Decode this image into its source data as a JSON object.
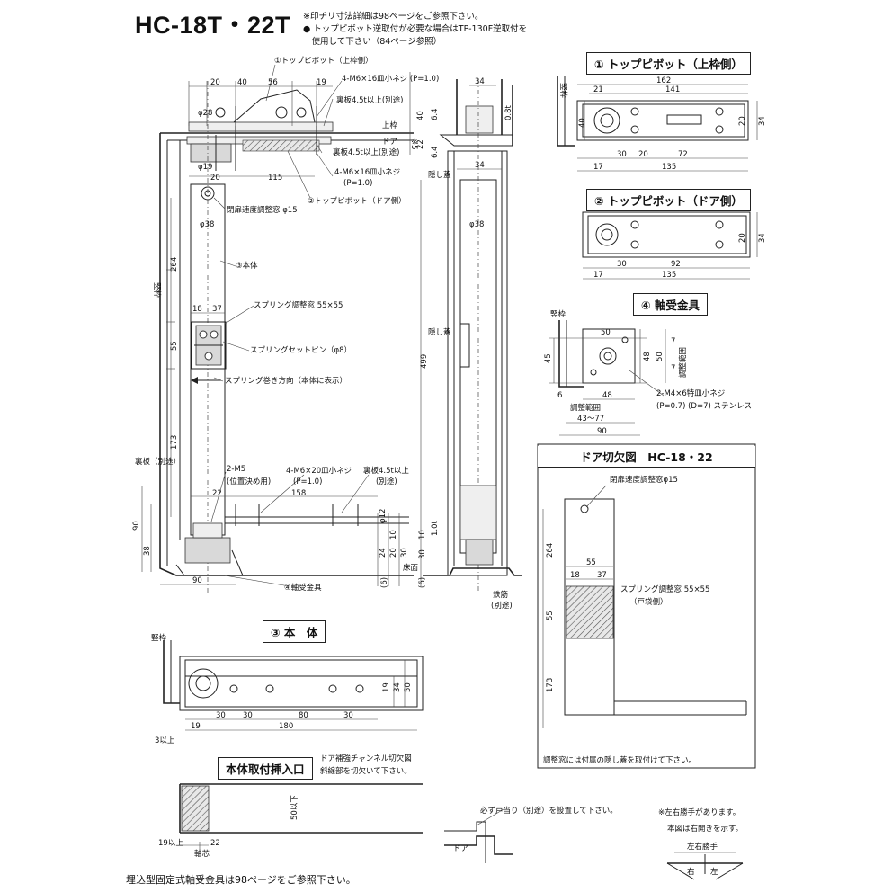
{
  "title": "HC-18T・22T",
  "notes": {
    "line1": "※印チリ寸法詳細は98ページをご参照下さい。",
    "line2": "● トップピボット逆取付が必要な場合はTP-130F逆取付を",
    "line3": "　使用して下さい（84ページ参照）",
    "footer": "埋込型固定式軸受金具は98ページをご参照下さい。"
  },
  "main": {
    "labels": {
      "tp_top": "①トップピボット（上枠側）",
      "tp_door": "②トップピボット（ドア側）",
      "screw1": "4-M6×16皿小ネジ (P=1.0)",
      "backing1": "裏板4.5t以上(別途)",
      "frame_top": "上枠",
      "door": "ドア",
      "backing2": "裏板4.5t以上(別途)",
      "screw2": "4-M6×16皿小ネジ",
      "screw2b": "(P=1.0)",
      "closing_window": "閉扉速度調整窓 φ15",
      "body": "③本体",
      "spring_window": "スプリング調整窓 55×55",
      "spring_pin": "スプリングセットピン（φ8）",
      "spring_dir": "スプリング巻き方向（本体に表示）",
      "backing3": "裏板（別途）",
      "m5": "2-M5",
      "m5b": "(位置決め用)",
      "screw3": "4-M6×20皿小ネジ",
      "screw3b": "(P=1.0)",
      "backing4": "裏板4.5t以上",
      "backing4b": "(別途)",
      "bearing": "④軸受金具",
      "hidden_cover": "隠し蓋",
      "hidden_cover2": "隠し蓋",
      "floor": "床面",
      "steel_bar": "鉄筋",
      "steel_bar2": "(別途)",
      "vertical_frame": "竪枠",
      "asterisk": "※5"
    },
    "dims": {
      "d20a": "20",
      "d40": "40",
      "d56": "56",
      "d19": "19",
      "d28": "φ28",
      "d19b": "φ19",
      "d20b": "20",
      "d115": "115",
      "d38": "φ38",
      "d264": "264",
      "d18": "18",
      "d37": "37",
      "d55": "55",
      "d173": "173",
      "d22": "22",
      "d158": "158",
      "d90": "90",
      "d38b": "38",
      "d90b": "90",
      "d6": "(6)",
      "d12": "φ12",
      "d24": "24",
      "d10": "10",
      "d20c": "20",
      "d30": "30",
      "d499": "499",
      "d38c": "φ38",
      "d34": "34",
      "d34b": "34",
      "d40b": "40",
      "d6_4": "6.4",
      "d6_4b": "6.4",
      "d22b": "22",
      "d0_8": "0.8t",
      "d1_0": "1.0t",
      "d10b": "10",
      "d30b": "30",
      "d6b": "(6)"
    }
  },
  "panel1": {
    "title": "① トップピボット（上枠側）",
    "frame": "竪枠",
    "dims": {
      "d162": "162",
      "d21": "21",
      "d141": "141",
      "d40": "40",
      "d20": "20",
      "d34": "34",
      "d17": "17",
      "d30": "30",
      "d20b": "20",
      "d72": "72",
      "d135": "135"
    }
  },
  "panel2": {
    "title": "② トップピボット（ドア側）",
    "dims": {
      "d20": "20",
      "d34": "34",
      "d30": "30",
      "d92": "92",
      "d17": "17",
      "d135": "135"
    }
  },
  "panel3": {
    "title": "④ 軸受金具",
    "frame": "竪枠",
    "adjust": "調整範囲",
    "screw": "2-M4×6特皿小ネジ",
    "screw_b": "(P=0.7) (D=7) ステンレス",
    "range_label": "調整範囲",
    "range": "43〜77",
    "dims": {
      "d50": "50",
      "d45": "45",
      "d48": "48",
      "d50b": "50",
      "d7": "7",
      "d7b": "7",
      "d6": "6",
      "d48b": "48",
      "d90": "90"
    }
  },
  "panel4": {
    "title": "ドア切欠図　HC-18・22",
    "window": "閉扉速度調整窓φ15",
    "spring": "スプリング調整窓 55×55",
    "spring_b": "（戸袋側）",
    "note": "調整窓には付属の隠し蓋を取付けて下さい。",
    "dims": {
      "d264": "264",
      "d55": "55",
      "d18": "18",
      "d37": "37",
      "d55b": "55",
      "d173": "173"
    }
  },
  "panel5": {
    "title": "③ 本　体",
    "frame": "竪枠",
    "min3": "3以上",
    "dims": {
      "d19": "19",
      "d30a": "30",
      "d30b": "30",
      "d80": "80",
      "d30c": "30",
      "d180": "180",
      "d19b": "19",
      "d34": "34",
      "d50": "50"
    }
  },
  "panel6": {
    "title": "本体取付挿入口",
    "note1": "ドア補強チャンネル切欠図",
    "note2": "斜線部を切欠いて下さい。",
    "axis": "軸芯",
    "min19": "19以上",
    "dims": {
      "d22": "22",
      "d50": "50以下"
    }
  },
  "panel7": {
    "note": "必ず戸当り（別途）を設置して下さい。",
    "door": "ドア"
  },
  "panel8": {
    "line1": "※左右勝手があります。",
    "line2": "本図は右開きを示す。",
    "label": "左右勝手",
    "right": "右",
    "left": "左"
  }
}
